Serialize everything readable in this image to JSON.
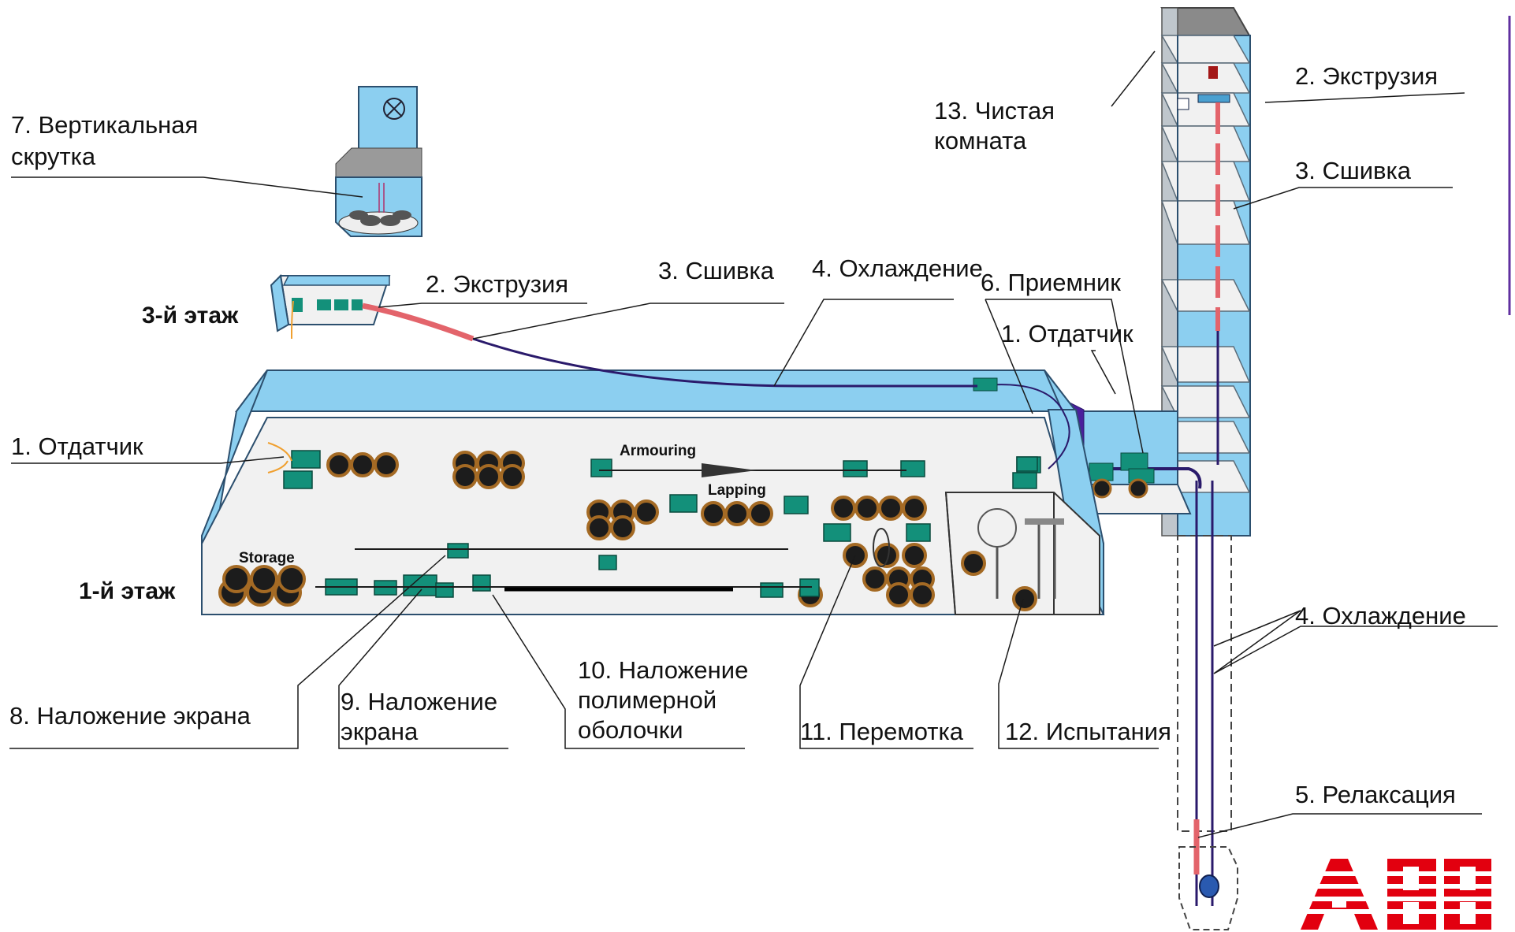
{
  "colors": {
    "wall": "#8ccff0",
    "wall_stroke": "#1a4c75",
    "floor": "#f1f1f1",
    "machine": "#13907a",
    "drum_dark": "#1c1c1c",
    "drum_rim": "#a46a24",
    "cable_red": "#e3646b",
    "cable_dark": "#2a1a6b",
    "logo": "#e2000f"
  },
  "floors": {
    "third": "3-й этаж",
    "first": "1-й этаж"
  },
  "labels_left": {
    "vertical_twist": [
      "7.        Вертикальная",
      "скрутка"
    ],
    "extrusion": "2. Экструзия",
    "crosslinking": "3. Сшивка",
    "cooling": "4. Охлаждение",
    "pay_off": "1. Отдатчик",
    "take_up": "6. Приемник",
    "pay_off_right": "1. Отдатчик",
    "screen_8": "8. Наложение экрана",
    "screen_9": [
      "9.         Наложение",
      "экрана"
    ],
    "sheath_10": [
      "10. Наложение",
      "полимерной",
      "оболочки"
    ],
    "rewinding_11": "11. Перемотка",
    "testing_12": "12. Испытания"
  },
  "labels_tower": {
    "clean_room": [
      "13. Чистая",
      "комната"
    ],
    "extrusion": "2. Экструзия",
    "crosslinking": "3. Сшивка",
    "cooling": "4. Охлаждение",
    "relaxation": "5. Релаксация"
  },
  "plant_labels": {
    "armouring": "Armouring",
    "lapping": "Lapping",
    "storage": "Storage"
  },
  "logo": "ABB"
}
